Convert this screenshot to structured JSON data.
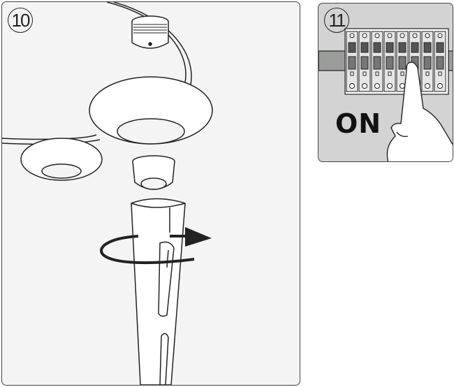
{
  "steps": [
    {
      "number": "10"
    },
    {
      "number": "11",
      "label": "ON"
    }
  ],
  "colors": {
    "panel_10_bg": "#f4f4f4",
    "panel_11_bg": "#d2d3d2",
    "line": "#222222"
  },
  "icons": [
    "rotate-arrow-icon",
    "pointing-hand-icon"
  ]
}
